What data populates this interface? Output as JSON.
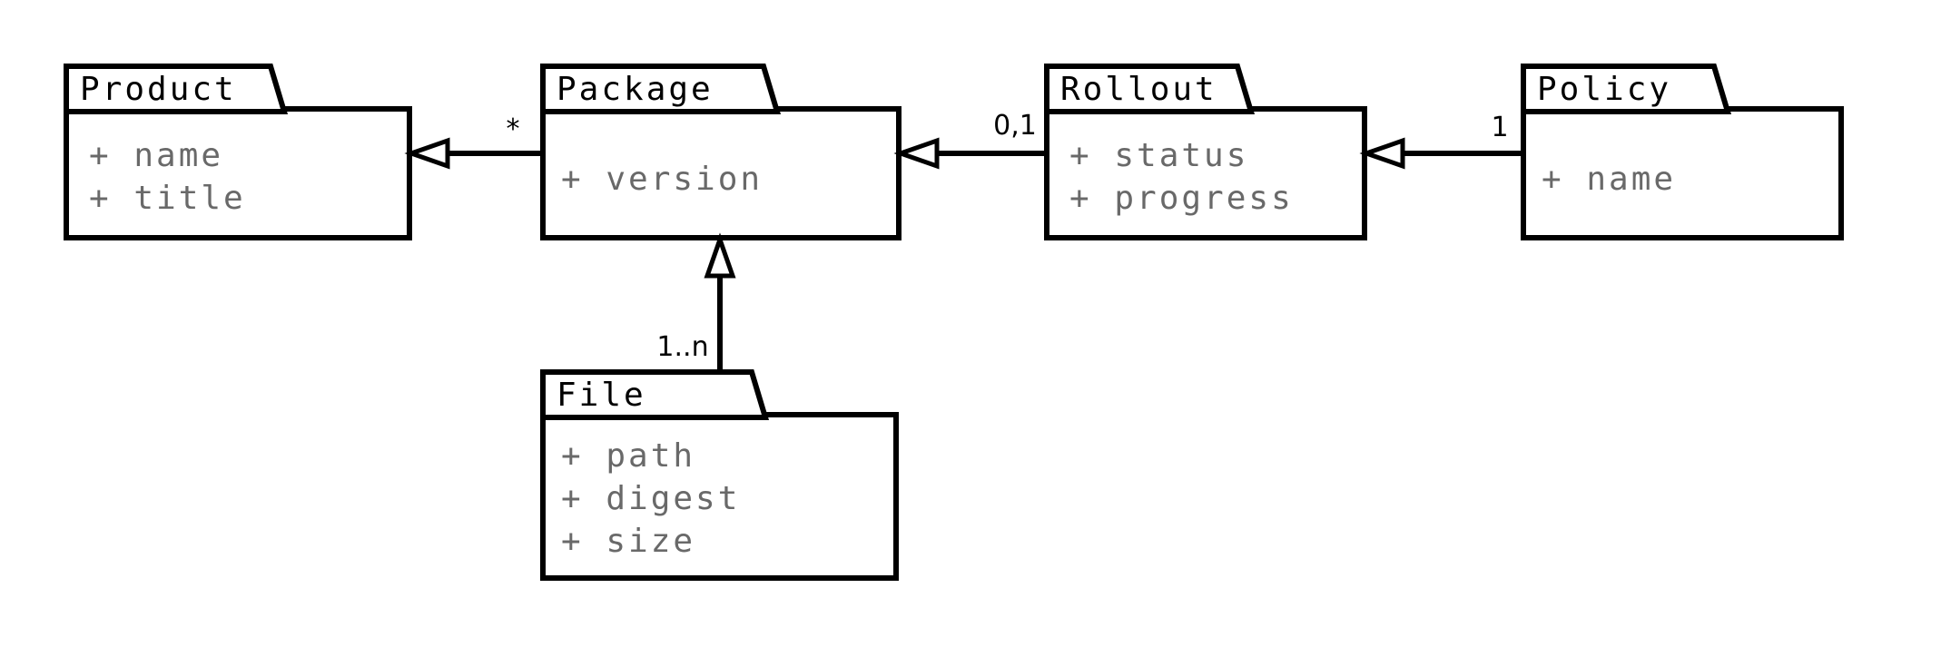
{
  "diagram": {
    "kind": "uml-package-class-diagram",
    "colors": {
      "background": "#ffffff",
      "stroke": "#000000",
      "attribute_text": "#696969"
    },
    "classes": [
      {
        "name": "Product",
        "attributes": [
          "+ name",
          "+ title"
        ]
      },
      {
        "name": "Package",
        "attributes": [
          "+ version"
        ]
      },
      {
        "name": "Rollout",
        "attributes": [
          "+ status",
          "+ progress"
        ]
      },
      {
        "name": "Policy",
        "attributes": [
          "+ name"
        ]
      },
      {
        "name": "File",
        "attributes": [
          "+ path",
          "+ digest",
          "+ size"
        ]
      }
    ],
    "relations": [
      {
        "from": "Package",
        "to": "Product",
        "multiplicity": "*",
        "arrowhead": "hollow-triangle"
      },
      {
        "from": "Rollout",
        "to": "Package",
        "multiplicity": "0,1",
        "arrowhead": "hollow-triangle"
      },
      {
        "from": "Policy",
        "to": "Rollout",
        "multiplicity": "1",
        "arrowhead": "hollow-triangle"
      },
      {
        "from": "File",
        "to": "Package",
        "multiplicity": "1..n",
        "arrowhead": "hollow-triangle"
      }
    ]
  }
}
